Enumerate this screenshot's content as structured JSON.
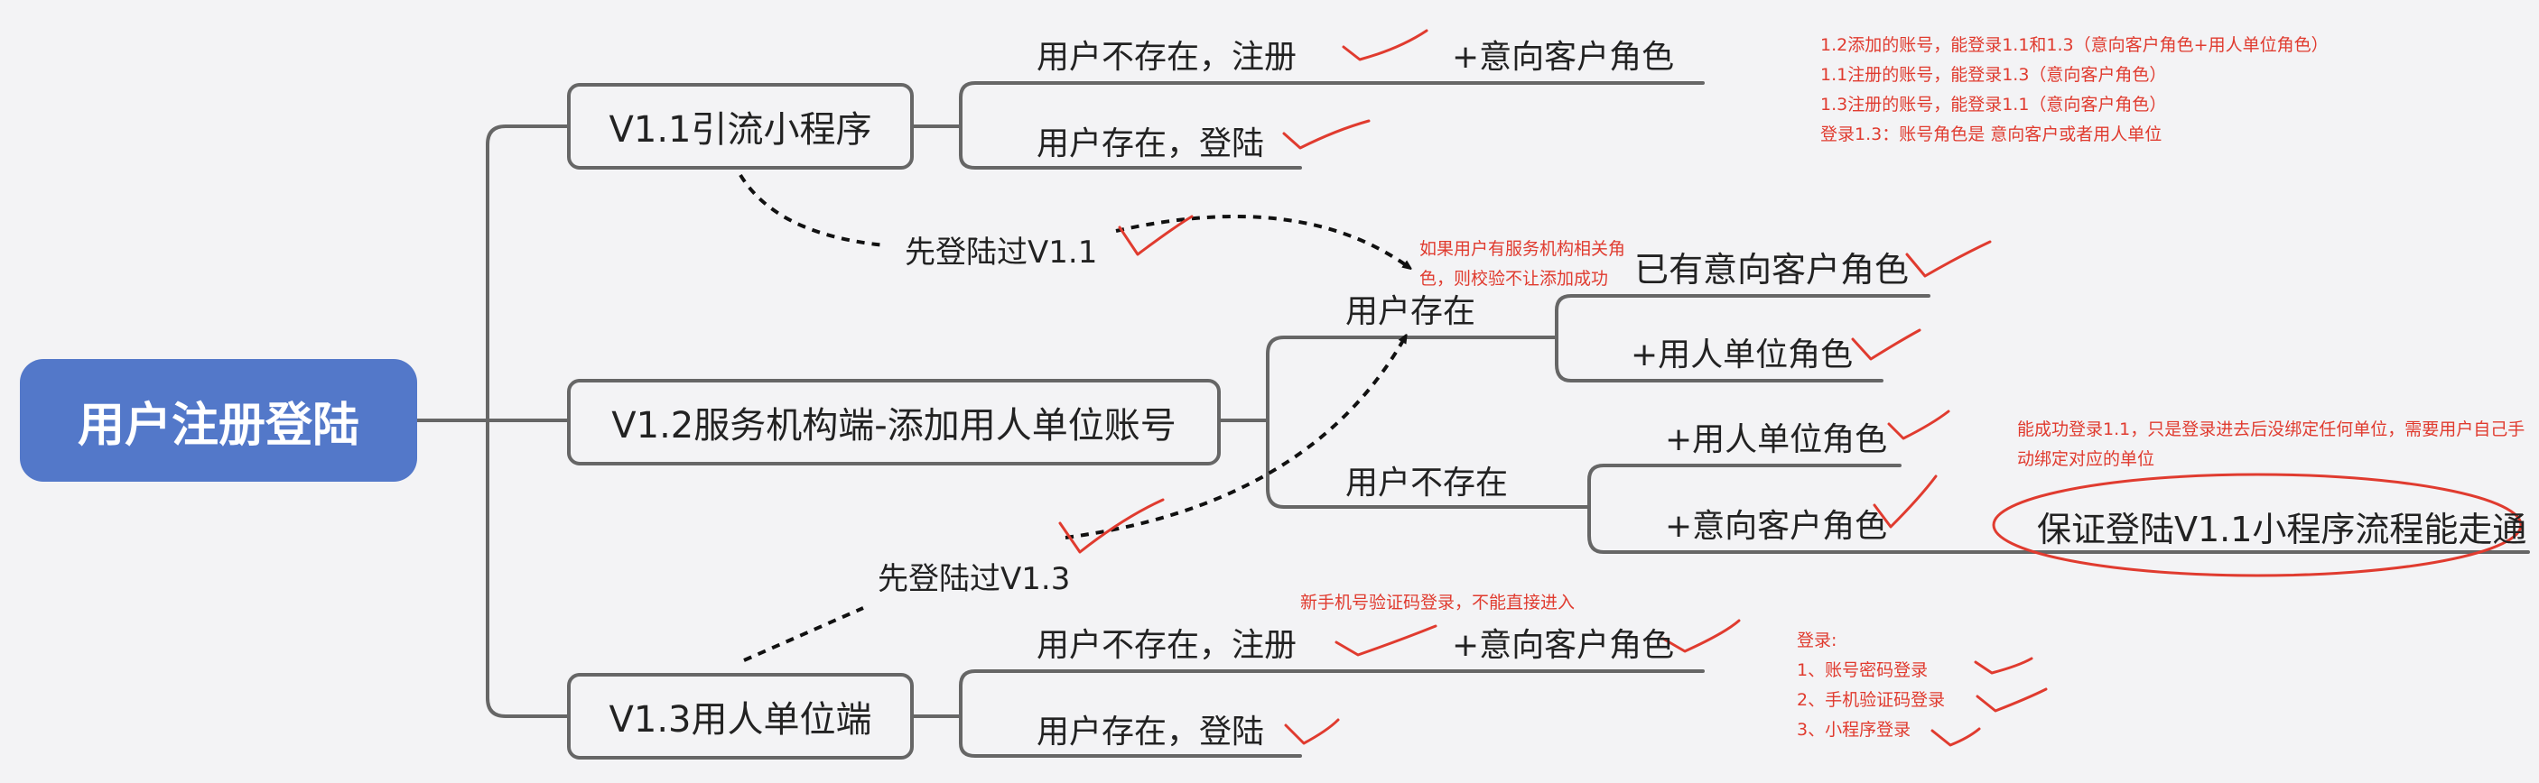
{
  "root": {
    "label": "用户注册登陆"
  },
  "branches": {
    "v11": {
      "label": "V1.1引流小程序",
      "children": [
        {
          "label": "用户不存在，注册",
          "extra": "+意向客户角色"
        },
        {
          "label": "用户存在，登陆"
        }
      ]
    },
    "v12": {
      "label": "V1.2服务机构端-添加用人单位账号",
      "exists": {
        "label": "用户存在",
        "children": [
          "已有意向客户角色",
          "+用人单位角色"
        ]
      },
      "not_exists": {
        "label": "用户不存在",
        "children": [
          "+用人单位角色",
          "+意向客户角色"
        ]
      },
      "guarantee": "保证登陆V1.1小程序流程能走通"
    },
    "v13": {
      "label": "V1.3用人单位端",
      "children": [
        {
          "label": "用户不存在，注册",
          "extra": "+意向客户角色"
        },
        {
          "label": "用户存在，登陆"
        }
      ]
    }
  },
  "connectors": {
    "pre_login_v11": "先登陆过V1.1",
    "pre_login_v13": "先登陆过V1.3"
  },
  "notes": {
    "top_right": [
      "1.2添加的账号，能登录1.1和1.3（意向客户角色+用人单位角色）",
      "1.1注册的账号，能登录1.3（意向客户角色）",
      "1.3注册的账号，能登录1.1（意向客户角色）",
      "登录1.3：账号角色是 意向客户或者用人单位"
    ],
    "service_role": [
      "如果用户有服务机构相关角",
      "色，则校验不让添加成功"
    ],
    "bind_unit": [
      "能成功登录1.1，只是登录进去后没绑定任何单位，需要用户自己手",
      "动绑定对应的单位"
    ],
    "new_phone": "新手机号验证码登录，不能直接进入",
    "login_methods": [
      "登录:",
      "1、账号密码登录",
      "2、手机验证码登录",
      "3、小程序登录"
    ]
  },
  "colors": {
    "root_bg": "#5378c9",
    "line": "#666666",
    "annotation": "#e03b2f",
    "background": "#f3f3f5"
  }
}
